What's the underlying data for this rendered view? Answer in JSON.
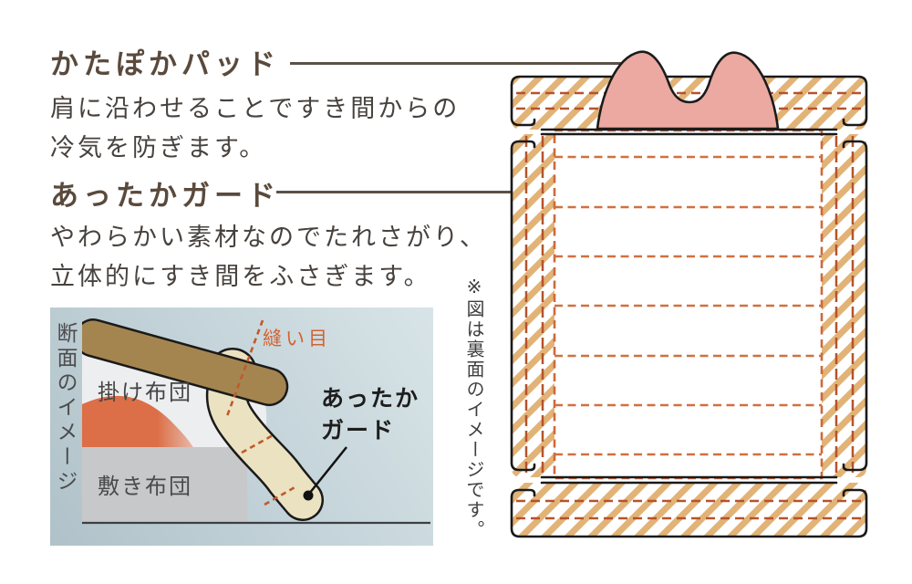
{
  "features": [
    {
      "title": "かたぽかパッド",
      "desc": [
        "肩に沿わせることですき間からの",
        "冷気を防ぎます。"
      ]
    },
    {
      "title": "あったかガード",
      "desc": [
        "やわらかい素材なのでたれさがり、",
        "立体的にすき間をふさぎます。"
      ]
    }
  ],
  "cross_section": {
    "side_label": "断面のイメージ",
    "comforter_label": "掛け布団",
    "mattress_label": "敷き布団",
    "seam_label": "縫い目",
    "guard_label_line1": "あったか",
    "guard_label_line2": "ガード"
  },
  "back_view": {
    "note": "※図は裏面のイメージです。"
  },
  "colors": {
    "heading_brown": "#5a4a3c",
    "leader_brown": "#5d5146",
    "outline_black": "#1a1a1a",
    "hatch_tan": "#e2b377",
    "stitch_rust": "#b5532c",
    "stitch_orange": "#d0703f",
    "pad_pink": "#eba9a1",
    "guard_cream": "#ebe2c2",
    "comforter_brown": "#a5854f",
    "warmth_orange": "#dc6f47",
    "mattress_gray": "#c7c8ca",
    "section_bg_blue": "#c3d3d9"
  }
}
